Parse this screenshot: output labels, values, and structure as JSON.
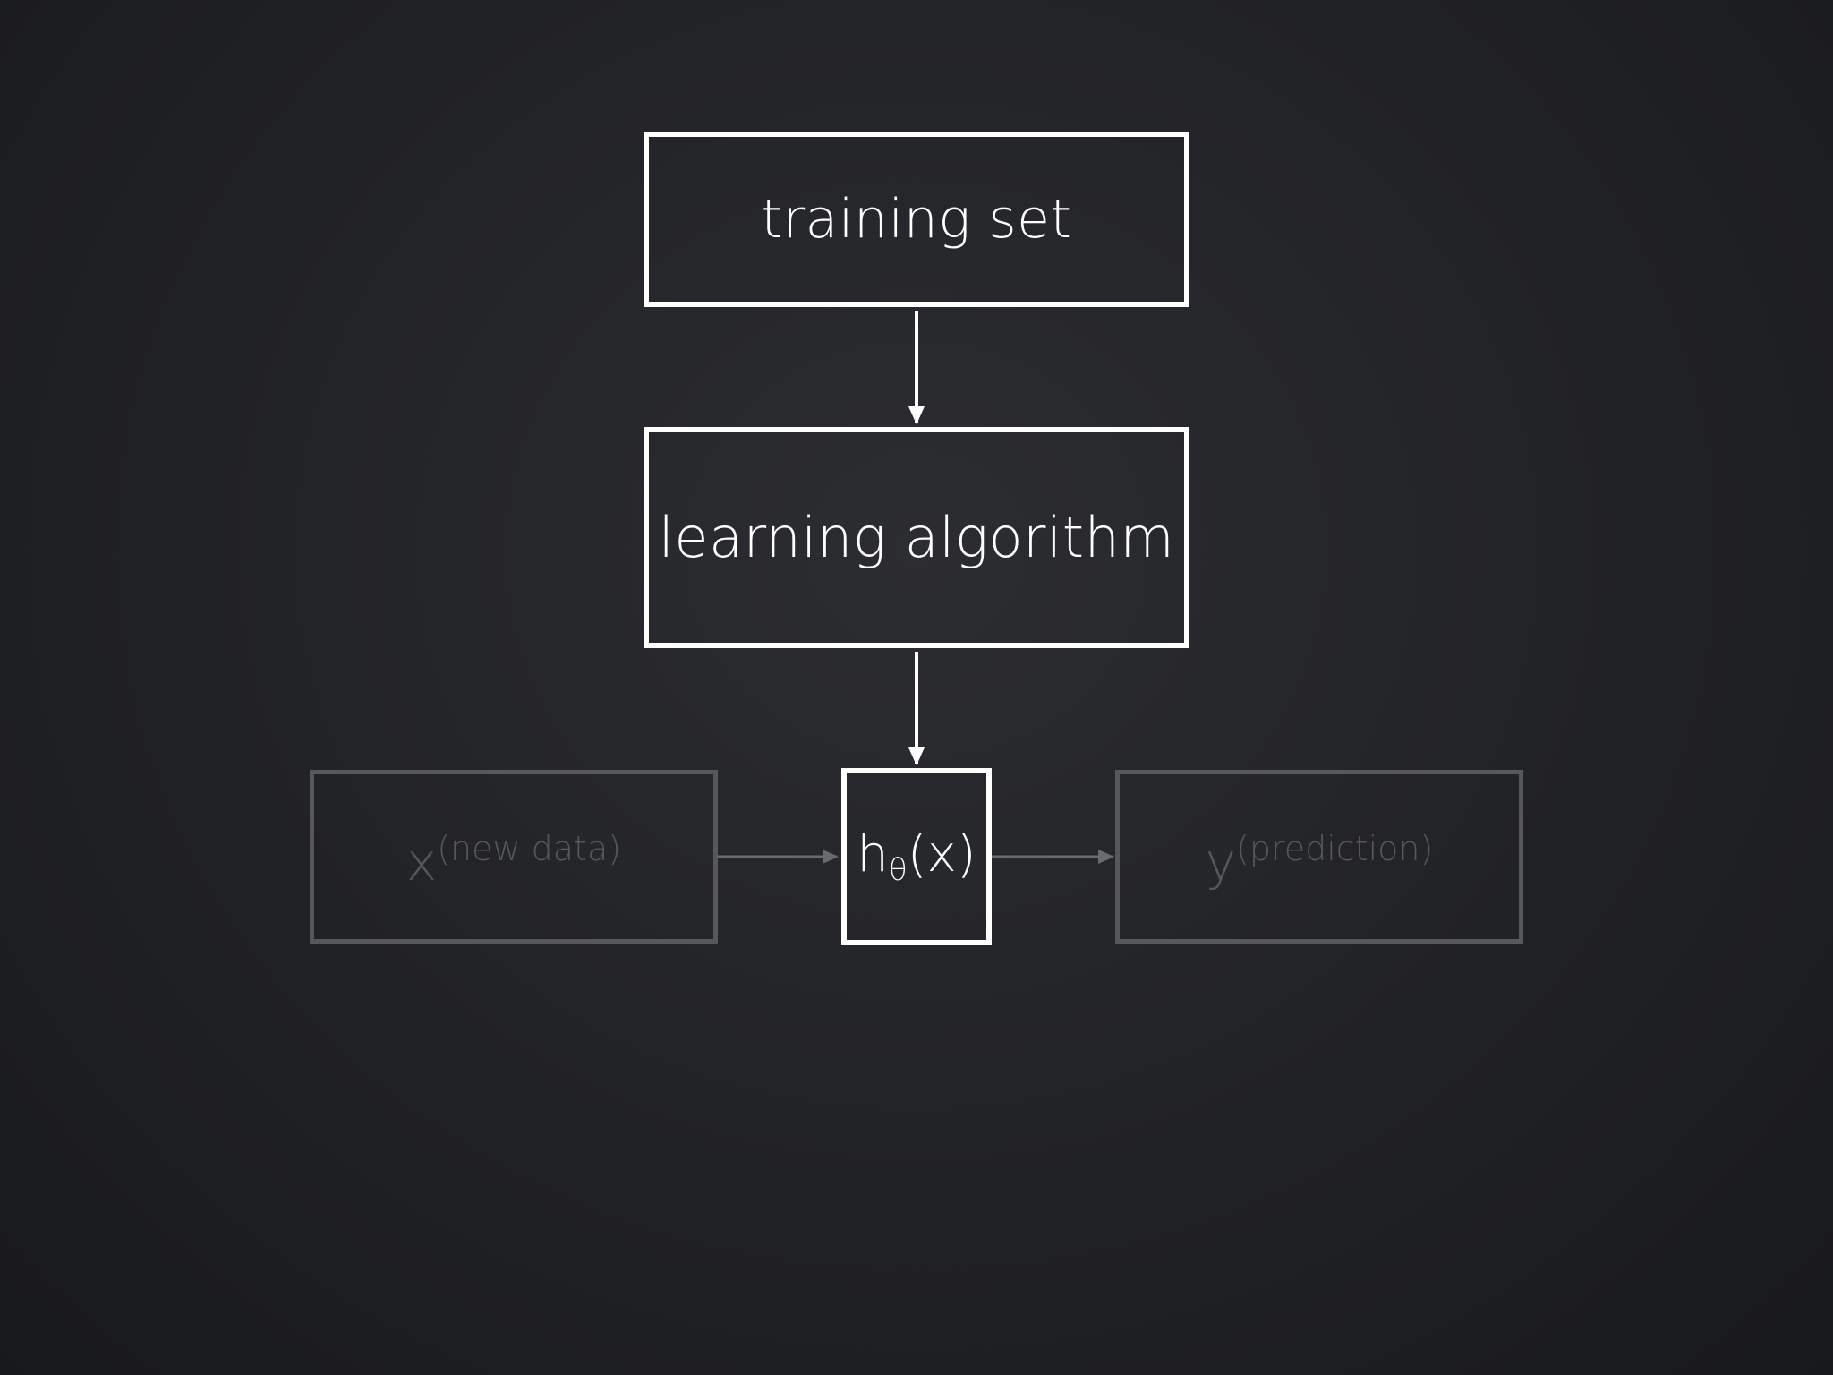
{
  "diagram": {
    "nodes": {
      "training_set": "training set",
      "learning_algorithm": "learning algorithm",
      "hypothesis": {
        "base": "h",
        "subscript": "θ",
        "argument": "(x)"
      },
      "input": {
        "symbol": "x",
        "superscript": "(new data)"
      },
      "output": {
        "symbol": "y",
        "superscript": "(prediction)"
      }
    },
    "colors": {
      "background": "#232427",
      "active": "#ffffff",
      "faded": "#57585c"
    }
  }
}
